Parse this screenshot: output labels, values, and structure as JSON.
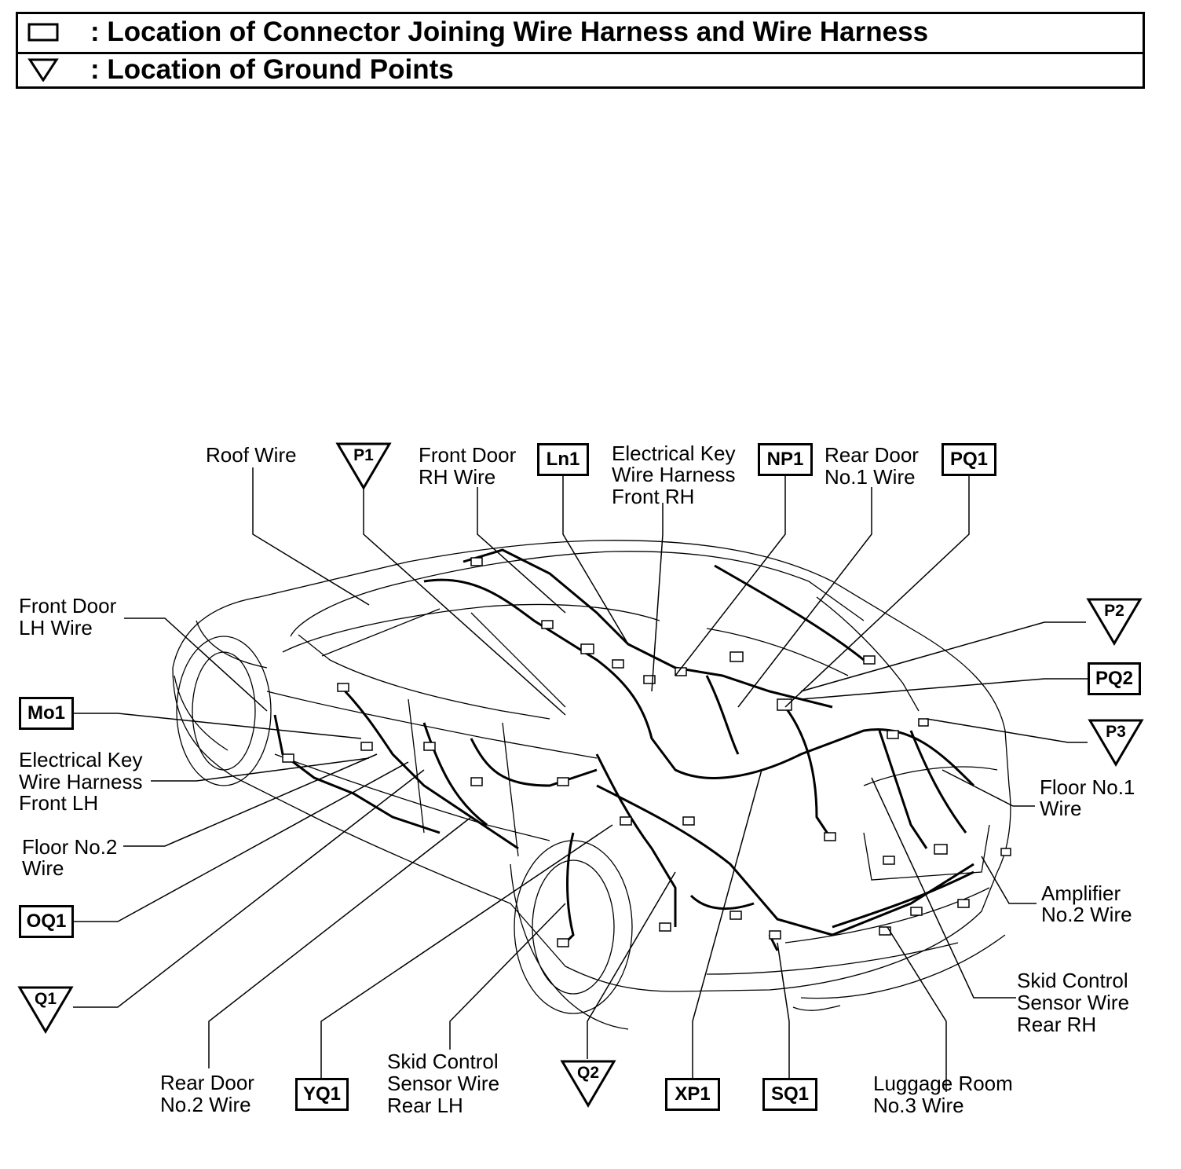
{
  "legend": {
    "connector_text": ": Location of Connector Joining Wire Harness and Wire Harness",
    "ground_text": ": Location of Ground Points"
  },
  "connectors": {
    "ln1": "Ln1",
    "np1": "NP1",
    "pq1": "PQ1",
    "pq2": "PQ2",
    "mo1": "Mo1",
    "oq1": "OQ1",
    "yq1": "YQ1",
    "xp1": "XP1",
    "sq1": "SQ1"
  },
  "grounds": {
    "p1": "P1",
    "p2": "P2",
    "p3": "P3",
    "q1": "Q1",
    "q2": "Q2"
  },
  "labels": {
    "roof_wire": "Roof Wire",
    "front_door_rh_1": "Front Door",
    "front_door_rh_2": "RH Wire",
    "ek_front_rh_1": "Electrical Key",
    "ek_front_rh_2": "Wire Harness",
    "ek_front_rh_3": "Front RH",
    "rear_door_1_1": "Rear Door",
    "rear_door_1_2": "No.1 Wire",
    "front_door_lh_1": "Front Door",
    "front_door_lh_2": "LH Wire",
    "ek_front_lh_1": "Electrical Key",
    "ek_front_lh_2": "Wire Harness",
    "ek_front_lh_3": "Front LH",
    "floor2_1": "Floor No.2",
    "floor2_2": "Wire",
    "floor1_1": "Floor No.1",
    "floor1_2": "Wire",
    "amp2_1": "Amplifier",
    "amp2_2": "No.2 Wire",
    "skid_rh_1": "Skid Control",
    "skid_rh_2": "Sensor Wire",
    "skid_rh_3": "Rear RH",
    "rear_door_2_1": "Rear Door",
    "rear_door_2_2": "No.2 Wire",
    "skid_lh_1": "Skid Control",
    "skid_lh_2": "Sensor Wire",
    "skid_lh_3": "Rear LH",
    "luggage3_1": "Luggage Room",
    "luggage3_2": "No.3 Wire"
  }
}
